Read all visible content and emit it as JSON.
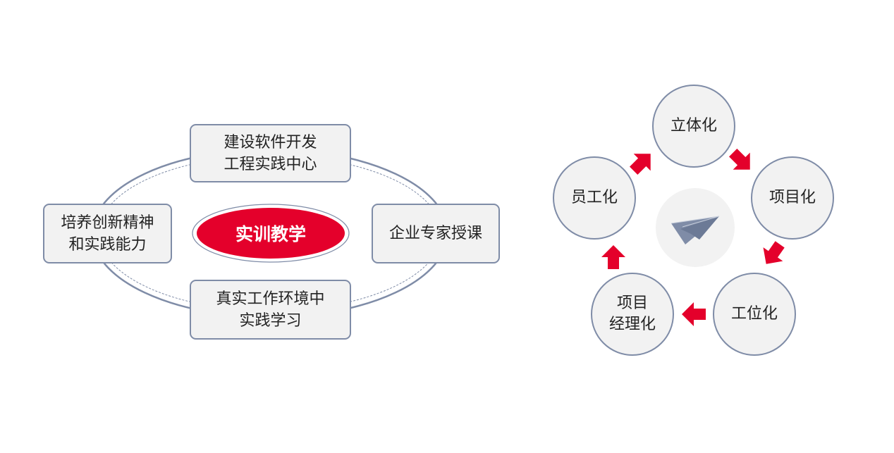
{
  "left_diagram": {
    "center": "实训教学",
    "nodes": [
      {
        "lines": [
          "建设软件开发",
          "工程实践中心"
        ]
      },
      {
        "lines": [
          "企业专家授课"
        ]
      },
      {
        "lines": [
          "真实工作环境中",
          "实践学习"
        ]
      },
      {
        "lines": [
          "培养创新精神",
          "和实践能力"
        ]
      }
    ]
  },
  "right_diagram": {
    "center_icon": "paper-plane-icon",
    "nodes": [
      {
        "lines": [
          "立体化"
        ]
      },
      {
        "lines": [
          "项目化"
        ]
      },
      {
        "lines": [
          "工位化"
        ]
      },
      {
        "lines": [
          "项目",
          "经理化"
        ]
      },
      {
        "lines": [
          "员工化"
        ]
      }
    ]
  },
  "colors": {
    "accent": "#e4002b",
    "border": "#7f8ca7",
    "fill": "#f2f2f2"
  }
}
